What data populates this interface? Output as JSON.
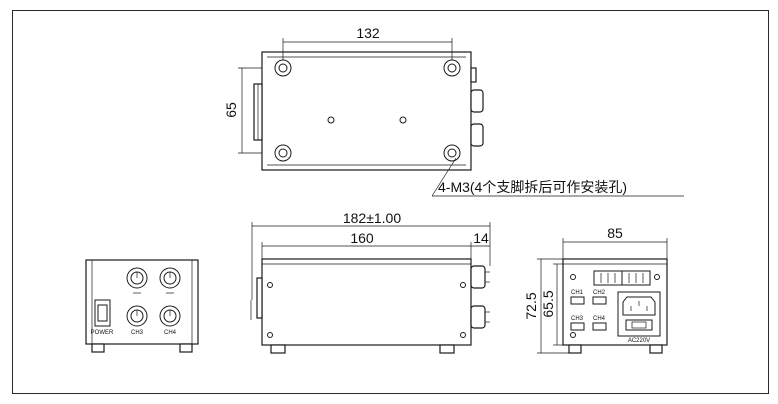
{
  "top_view": {
    "width_dim": "132",
    "height_dim": "65",
    "hole_note": "4-M3(4个支脚拆后可作安装孔)"
  },
  "side_view": {
    "overall_dim": "182±1.00",
    "body_dim": "160",
    "knob_dim": "14"
  },
  "front_panel": {
    "power_label": "POWER",
    "channels": [
      "CH3",
      "CH4"
    ]
  },
  "rear_view": {
    "width_dim": "85",
    "height_dim_outer": "72.5",
    "height_dim_inner": "65.5",
    "connectors": [
      "CH1",
      "CH2",
      "CH3",
      "CH4"
    ],
    "power_in_label": "AC220V"
  }
}
